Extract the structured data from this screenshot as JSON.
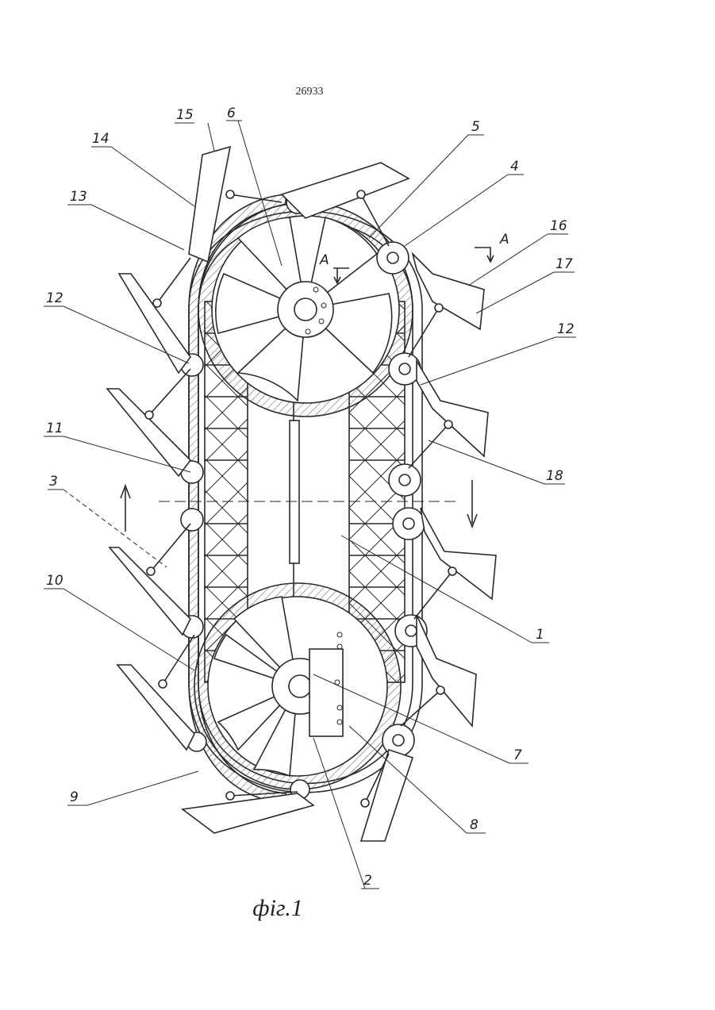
{
  "document": {
    "page_number": "26933",
    "caption": "фіг.1"
  },
  "section_marks": {
    "left": "A",
    "right": "A"
  },
  "callouts": [
    {
      "label": "15"
    },
    {
      "label": "6"
    },
    {
      "label": "5"
    },
    {
      "label": "4"
    },
    {
      "label": "14"
    },
    {
      "label": "13"
    },
    {
      "label": "16"
    },
    {
      "label": "17"
    },
    {
      "label": "12"
    },
    {
      "label": "12"
    },
    {
      "label": "11"
    },
    {
      "label": "18"
    },
    {
      "label": "3"
    },
    {
      "label": "10"
    },
    {
      "label": "1"
    },
    {
      "label": "7"
    },
    {
      "label": "9"
    },
    {
      "label": "8"
    },
    {
      "label": "2"
    }
  ]
}
